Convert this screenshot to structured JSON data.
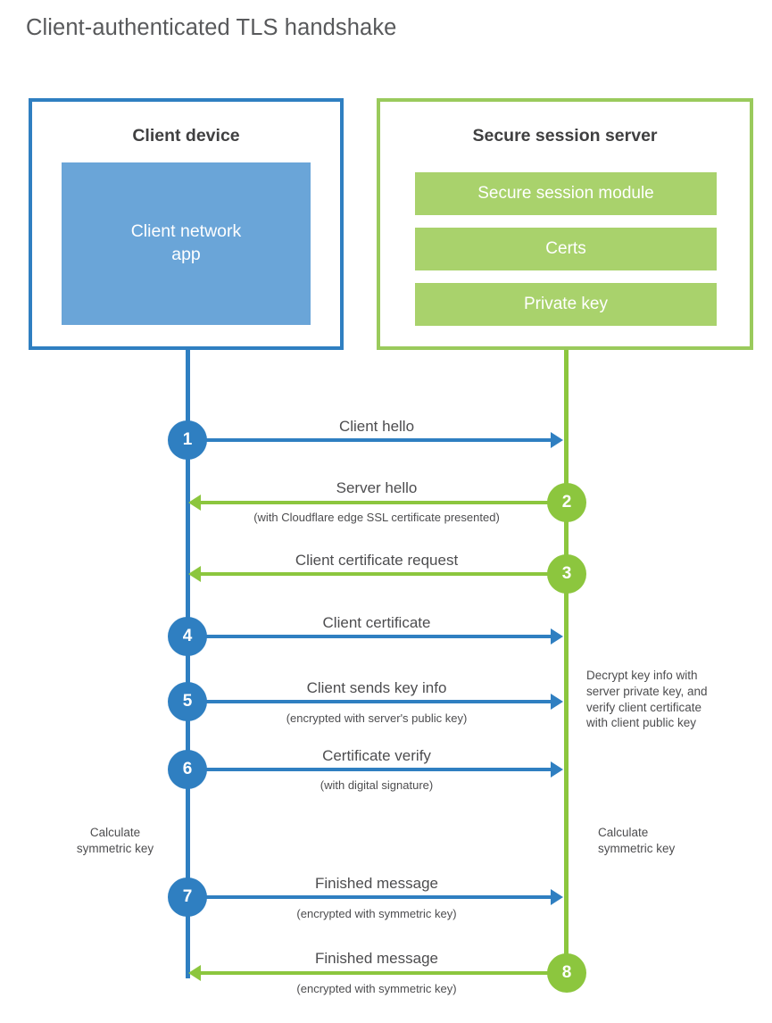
{
  "title": "Client-authenticated TLS handshake",
  "colors": {
    "client_blue": "#2f7fc1",
    "client_app_fill": "#6aa5d8",
    "server_green": "#8cc63e",
    "server_bar_fill": "#a9d26c",
    "text_gray": "#4d4d4f",
    "title_gray": "#58595b"
  },
  "actors": {
    "client": {
      "title": "Client device",
      "app_label": "Client network\napp"
    },
    "server": {
      "title": "Secure session server",
      "bars": [
        "Secure session module",
        "Certs",
        "Private key"
      ]
    }
  },
  "chart_data": {
    "type": "sequence-diagram",
    "participants": [
      "Client device",
      "Secure session server"
    ],
    "steps": [
      {
        "number": "1",
        "label": "Client hello",
        "sublabel": "",
        "direction": "client-to-server",
        "color": "#2f7fc1"
      },
      {
        "number": "2",
        "label": "Server hello",
        "sublabel": "(with Cloudflare edge SSL certificate presented)",
        "direction": "server-to-client",
        "color": "#8cc63e"
      },
      {
        "number": "3",
        "label": "Client certificate request",
        "sublabel": "",
        "direction": "server-to-client",
        "color": "#8cc63e"
      },
      {
        "number": "4",
        "label": "Client certificate",
        "sublabel": "",
        "direction": "client-to-server",
        "color": "#2f7fc1"
      },
      {
        "number": "5",
        "label": "Client sends key info",
        "sublabel": "(encrypted with server's public key)",
        "direction": "client-to-server",
        "color": "#2f7fc1"
      },
      {
        "number": "6",
        "label": "Certificate verify",
        "sublabel": "(with digital signature)",
        "direction": "client-to-server",
        "color": "#2f7fc1"
      },
      {
        "number": "7",
        "label": "Finished message",
        "sublabel": "(encrypted with symmetric key)",
        "direction": "client-to-server",
        "color": "#2f7fc1"
      },
      {
        "number": "8",
        "label": "Finished message",
        "sublabel": "(encrypted with symmetric key)",
        "direction": "server-to-client",
        "color": "#8cc63e"
      }
    ],
    "annotations": [
      {
        "id": "decrypt-note",
        "text": "Decrypt key info with\nserver private key, and\nverify client certificate\nwith client public key",
        "side": "server"
      },
      {
        "id": "calculate-symmetric-key-client",
        "text": "Calculate\nsymmetric key",
        "side": "client"
      },
      {
        "id": "calculate-symmetric-key-server",
        "text": "Calculate\nsymmetric key",
        "side": "server"
      }
    ]
  }
}
